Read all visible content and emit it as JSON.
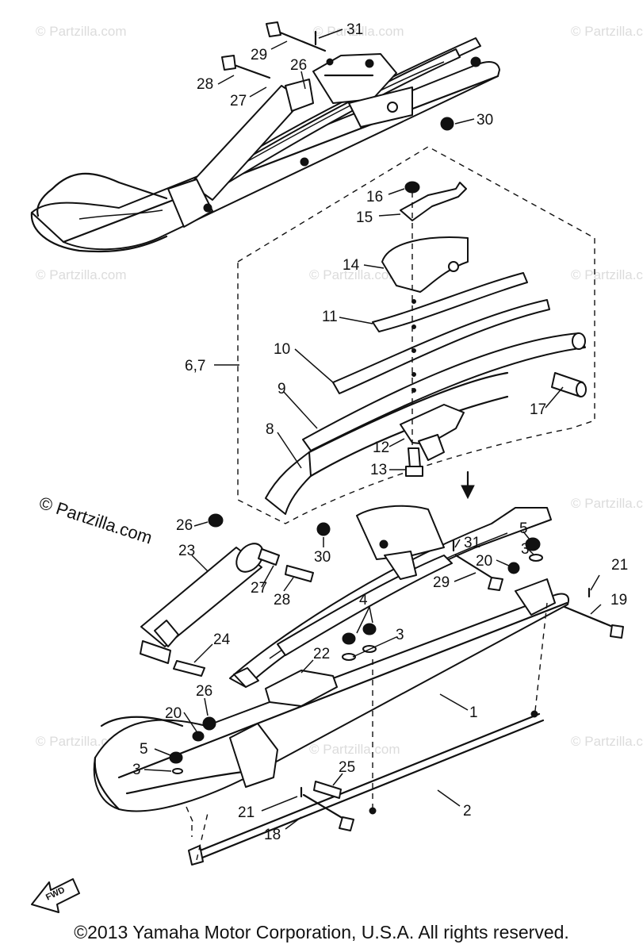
{
  "labels": {
    "l1": "1",
    "l2": "2",
    "l3a": "3",
    "l3b": "3",
    "l3c": "3",
    "l4": "4",
    "l5a": "5",
    "l5b": "5",
    "l67": "6,7",
    "l8": "8",
    "l9": "9",
    "l10": "10",
    "l11": "11",
    "l12": "12",
    "l13": "13",
    "l14": "14",
    "l15": "15",
    "l16": "16",
    "l17": "17",
    "l18": "18",
    "l19": "19",
    "l20a": "20",
    "l20b": "20",
    "l21a": "21",
    "l21b": "21",
    "l22": "22",
    "l23": "23",
    "l24": "24",
    "l25": "25",
    "l26a": "26",
    "l26b": "26",
    "l26c": "26",
    "l27a": "27",
    "l27b": "27",
    "l28a": "28",
    "l28b": "28",
    "l29a": "29",
    "l29b": "29",
    "l30a": "30",
    "l30b": "30",
    "l31a": "31",
    "l31b": "31"
  },
  "watermark": {
    "text": "© Partzilla.com",
    "main_text": "© Partzilla.com"
  },
  "fwd_label": "FWD",
  "copyright": "©2013 Yamaha Motor Corporation, U.S.A. All rights reserved."
}
